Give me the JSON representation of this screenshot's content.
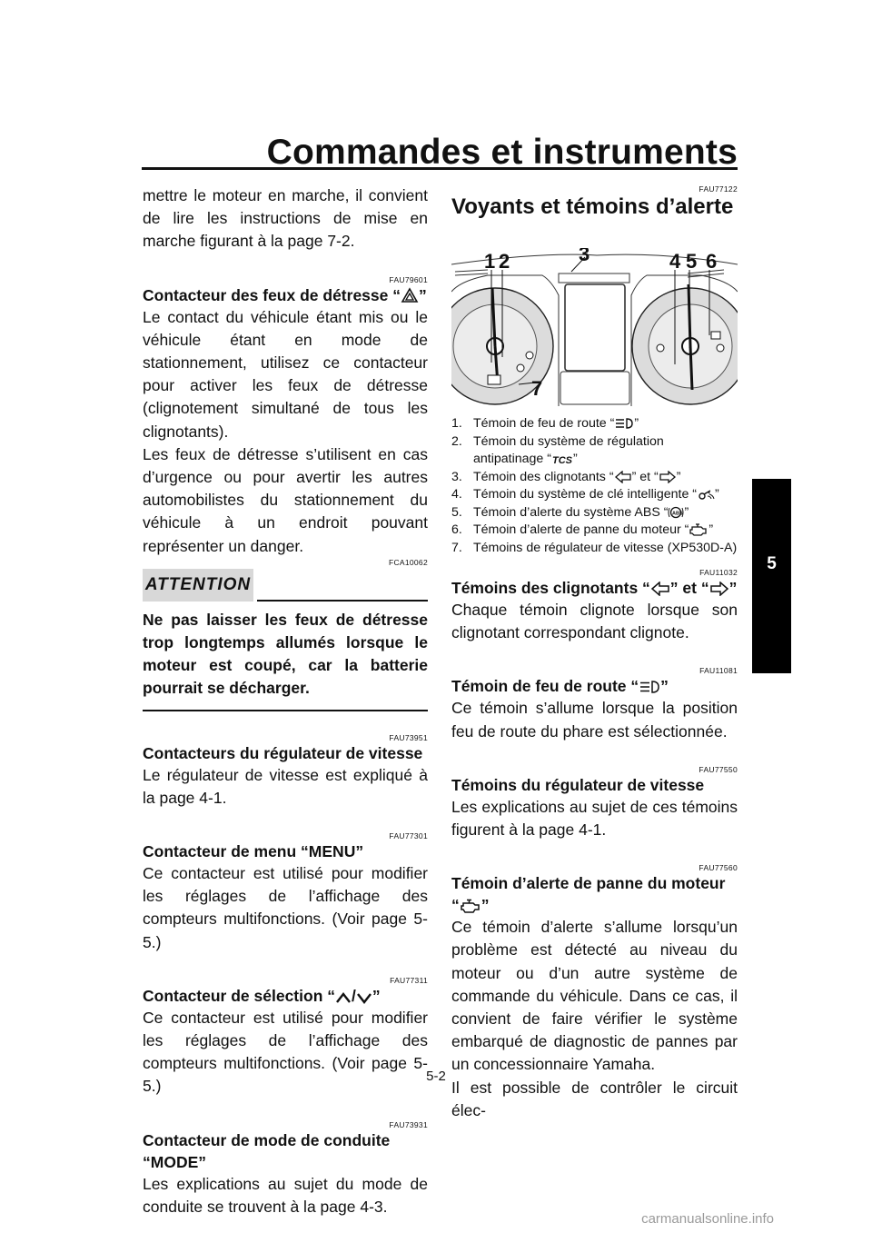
{
  "header": {
    "title": "Commandes et instruments"
  },
  "chapter_tab": "5",
  "left": {
    "intro": "mettre le moteur en marche, il convient de lire les instructions de mise en marche figurant à la page 7-2.",
    "s1": {
      "code": "FAU79601",
      "title_pre": "Contacteur des feux de détresse “",
      "title_post": "”",
      "p1": "Le contact du véhicule étant mis ou le véhicule étant en mode de stationnement, utilisez ce contacteur pour activer les feux de détresse (clignotement simultané de tous les clignotants).",
      "p2": "Les feux de détresse s’utilisent en cas d’urgence ou pour avertir les autres automobilistes du stationnement du véhicule à un endroit pouvant représenter un danger."
    },
    "attention": {
      "code": "FCA10062",
      "label": "ATTENTION",
      "text": "Ne pas laisser les feux de détresse trop longtemps allumés lorsque le moteur est coupé, car la batterie pourrait se décharger."
    },
    "s2": {
      "code": "FAU73951",
      "title": "Contacteurs du régulateur de vitesse",
      "p": "Le régulateur de vitesse est expliqué à la page 4-1."
    },
    "s3": {
      "code": "FAU77301",
      "title": "Contacteur de menu “MENU”",
      "p": "Ce contacteur est utilisé pour modifier les réglages de l’affichage des compteurs multifonctions. (Voir page 5-5.)"
    },
    "s4": {
      "code": "FAU77311",
      "title_pre": "Contacteur de sélection “",
      "title_mid": "/",
      "title_post": "”",
      "p": "Ce contacteur est utilisé pour modifier les réglages de l’affichage des compteurs multifonctions. (Voir page 5-5.)"
    },
    "s5": {
      "code": "FAU73931",
      "title1": "Contacteur de mode de conduite",
      "title2": "“MODE”",
      "p": "Les explications au sujet du mode de conduite se trouvent à la page 4-3."
    }
  },
  "right": {
    "main": {
      "code": "FAU77122",
      "title": "Voyants et témoins d’alerte"
    },
    "diagram": {
      "labels": [
        "1",
        "2",
        "3",
        "4",
        "5",
        "6",
        "7"
      ]
    },
    "legend": [
      {
        "n": "1.",
        "pre": "Témoin de feu de route “",
        "post": "”"
      },
      {
        "n": "2.",
        "pre": "Témoin du système de régulation antipatinage “",
        "post": "”"
      },
      {
        "n": "3.",
        "pre": "Témoin des clignotants “",
        "mid": "” et “",
        "post": "”"
      },
      {
        "n": "4.",
        "pre": "Témoin du système de clé intelligente “",
        "post": "”"
      },
      {
        "n": "5.",
        "pre": "Témoin d’alerte du système ABS “",
        "post": "”"
      },
      {
        "n": "6.",
        "pre": "Témoin d’alerte de panne du moteur “",
        "post": "”"
      },
      {
        "n": "7.",
        "pre": "Témoins de régulateur de vitesse (XP530D-A)",
        "post": ""
      }
    ],
    "s1": {
      "code": "FAU11032",
      "title_pre": "Témoins des clignotants “",
      "title_mid": "” et “",
      "title_post": "”",
      "p": "Chaque témoin clignote lorsque son clignotant correspondant clignote."
    },
    "s2": {
      "code": "FAU11081",
      "title_pre": "Témoin de feu de route “",
      "title_post": "”",
      "p": "Ce témoin s’allume lorsque la position feu de route du phare est sélectionnée."
    },
    "s3": {
      "code": "FAU77550",
      "title": "Témoins du régulateur de vitesse",
      "p": "Les explications au sujet de ces témoins figurent à la page 4-1."
    },
    "s4": {
      "code": "FAU77560",
      "title1": "Témoin d’alerte de panne du moteur",
      "title2_pre": "“",
      "title2_post": "”",
      "p1": "Ce témoin d’alerte s’allume lorsqu’un problème est détecté au niveau du moteur ou d’un autre système de commande du véhicule. Dans ce cas, il convient de faire vérifier le système embarqué de diagnostic de pannes par un concessionnaire Yamaha.",
      "p2": "Il est possible de contrôler le circuit élec-"
    }
  },
  "footer": {
    "page_number": "5-2",
    "watermark": "carmanualsonline.info"
  }
}
